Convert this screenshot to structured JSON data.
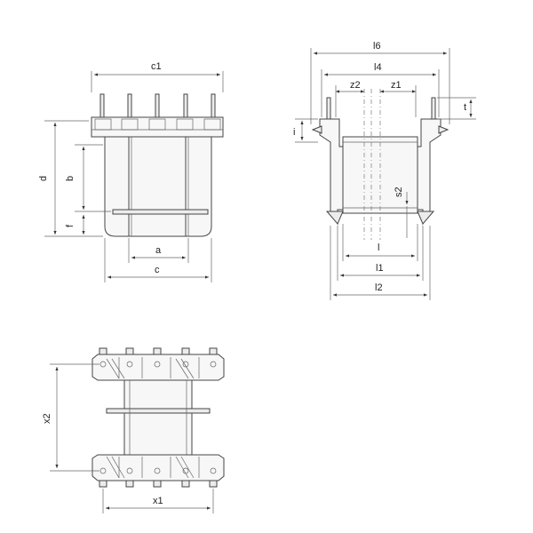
{
  "labels": {
    "c1": "c1",
    "d": "d",
    "b": "b",
    "f": "f",
    "a": "a",
    "c": "c",
    "l6": "l6",
    "l4": "l4",
    "z2": "z2",
    "z1": "z1",
    "t": "t",
    "i": "i",
    "s2": "s2",
    "l": "l",
    "l1": "l1",
    "l2": "l2",
    "x1": "x1",
    "x2": "x2"
  }
}
